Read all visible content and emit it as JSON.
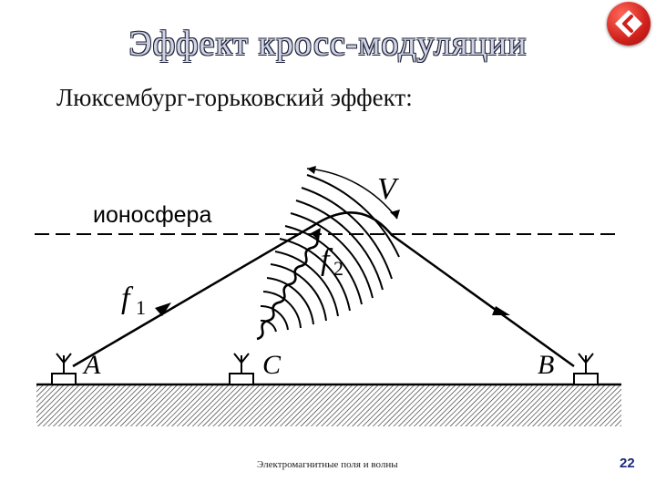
{
  "slide": {
    "title": "Эффект кросс-модуляции",
    "subtitle": "Люксембург-горьковский эффект:",
    "footer": "Электромагнитные поля и волны",
    "page_number": "22"
  },
  "diagram": {
    "ionosphere_label": "ионосфера",
    "station_a": "A",
    "station_b": "B",
    "station_c": "C",
    "freq_1_main": "f",
    "freq_1_sub": "1",
    "freq_2_main": "f",
    "freq_2_sub": "2",
    "region_v": "V"
  },
  "icons": {
    "back": "back-arrow-icon"
  },
  "colors": {
    "back_button": "#d0201c",
    "title_fill": "#d0d4e4"
  }
}
